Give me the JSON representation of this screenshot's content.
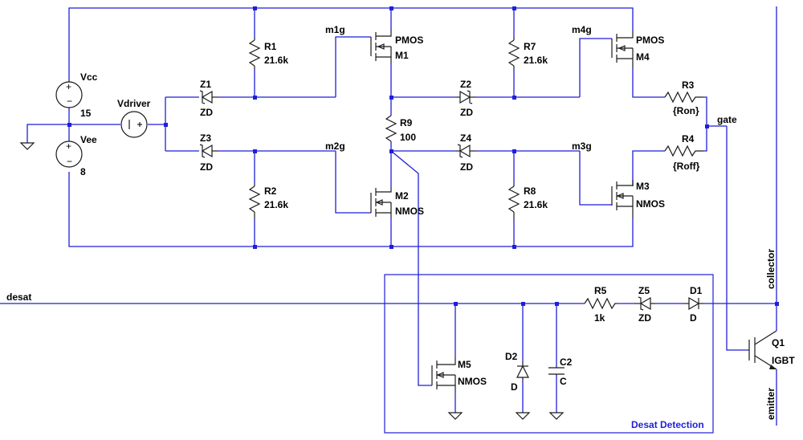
{
  "components": {
    "vcc": {
      "name": "Vcc",
      "value": "15"
    },
    "vee": {
      "name": "Vee",
      "value": "8"
    },
    "vdriver": {
      "name": "Vdriver"
    },
    "z1": {
      "name": "Z1",
      "value": "ZD"
    },
    "z2": {
      "name": "Z2",
      "value": "ZD"
    },
    "z3": {
      "name": "Z3",
      "value": "ZD"
    },
    "z4": {
      "name": "Z4",
      "value": "ZD"
    },
    "z5": {
      "name": "Z5",
      "value": "ZD"
    },
    "r1": {
      "name": "R1",
      "value": "21.6k"
    },
    "r2": {
      "name": "R2",
      "value": "21.6k"
    },
    "r3": {
      "name": "R3",
      "value": "{Ron}"
    },
    "r4": {
      "name": "R4",
      "value": "{Roff}"
    },
    "r5": {
      "name": "R5",
      "value": "1k"
    },
    "r7": {
      "name": "R7",
      "value": "21.6k"
    },
    "r8": {
      "name": "R8",
      "value": "21.6k"
    },
    "r9": {
      "name": "R9",
      "value": "100"
    },
    "m1": {
      "name": "M1",
      "type": "PMOS"
    },
    "m2": {
      "name": "M2",
      "type": "NMOS"
    },
    "m3": {
      "name": "M3",
      "type": "NMOS"
    },
    "m4": {
      "name": "M4",
      "type": "PMOS"
    },
    "m5": {
      "name": "M5",
      "type": "NMOS"
    },
    "d1": {
      "name": "D1",
      "value": "D"
    },
    "d2": {
      "name": "D2",
      "value": "D"
    },
    "c2": {
      "name": "C2",
      "value": "C"
    },
    "q1": {
      "name": "Q1",
      "value": "IGBT"
    }
  },
  "nets": {
    "m1g": "m1g",
    "m2g": "m2g",
    "m3g": "m3g",
    "m4g": "m4g",
    "gate": "gate",
    "desat": "desat",
    "collector": "collector",
    "emitter": "emitter"
  },
  "desat_box_label": "Desat Detection",
  "colors": {
    "wire": "#1f1fd8",
    "component": "#1a1a1a",
    "background": "#ffffff"
  }
}
